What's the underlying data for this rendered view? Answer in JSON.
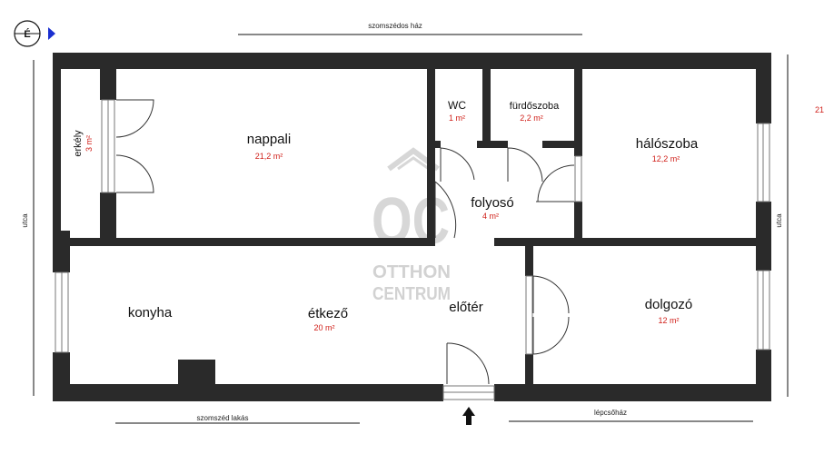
{
  "context": {
    "top": "szomszédos ház",
    "bottom_left": "szomszéd lakás",
    "bottom_right": "lépcsőház",
    "left": "utca",
    "right": "utca",
    "far_right_number": "21"
  },
  "compass": {
    "letter": "É"
  },
  "watermark": {
    "logo": "OC",
    "line1": "OTTHON",
    "line2": "CENTRUM"
  },
  "rooms": {
    "erkely": {
      "name": "erkély",
      "area": "3 m²"
    },
    "nappali": {
      "name": "nappali",
      "area": "21,2 m²"
    },
    "wc": {
      "name": "WC",
      "area": "1 m²"
    },
    "furdoszoba": {
      "name": "fürdőszoba",
      "area": "2,2 m²"
    },
    "haloszoba": {
      "name": "hálószoba",
      "area": "12,2 m²"
    },
    "folyoso": {
      "name": "folyosó",
      "area": "4 m²"
    },
    "konyha": {
      "name": "konyha"
    },
    "etkezo": {
      "name": "étkező",
      "area": "20 m²"
    },
    "eloter": {
      "name": "előtér"
    },
    "dolgozo": {
      "name": "dolgozó",
      "area": "12 m²"
    }
  },
  "colors": {
    "wall": "#2a2a2a",
    "area_text": "#d0201a",
    "compass_arrow": "#1a2fd0",
    "watermark": "#d7d7d7"
  }
}
